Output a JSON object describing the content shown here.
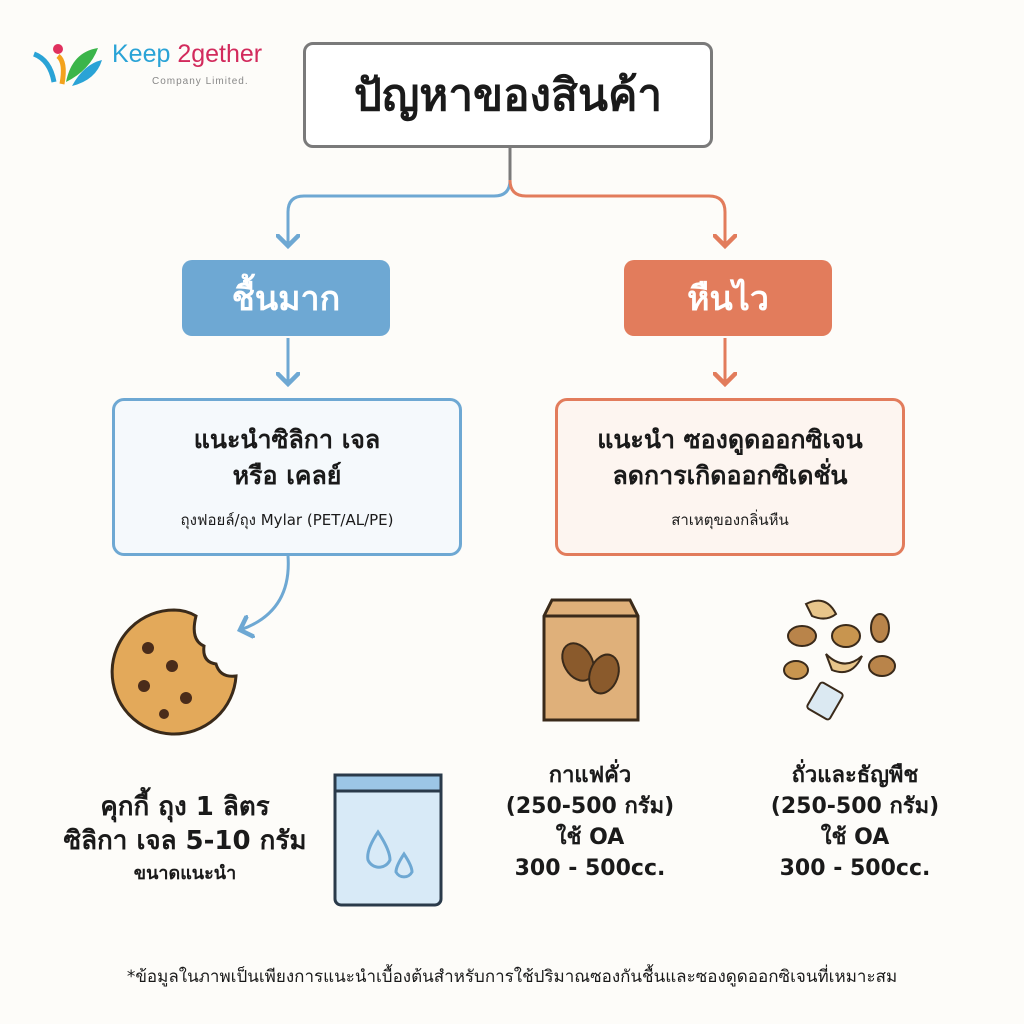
{
  "logo": {
    "brand_part1": "Keep",
    "brand_part2": "2gether",
    "subtitle": "Company Limited."
  },
  "title": "ปัญหาของสินค้า",
  "colors": {
    "blue": "#6ea8d3",
    "orange": "#e27c5c",
    "border_gray": "#7a7a7a"
  },
  "branches": [
    {
      "category": "ชื้นมาก",
      "recommendation_lines": [
        "แนะนำซิลิกา เจล",
        "หรือ เคลย์"
      ],
      "note": "ถุงฟอยล์/ถุง Mylar (PET/AL/PE)"
    },
    {
      "category": "หืนไว",
      "recommendation_lines": [
        "แนะนำ ซองดูดออกซิเจน",
        "ลดการเกิดออกซิเดชั่น"
      ],
      "note": "สาเหตุของกลิ่นหืน"
    }
  ],
  "products": [
    {
      "icon": "cookie-icon",
      "lines": [
        "คุกกี้ ถุง 1 ลิตร",
        "ซิลิกา เจล 5-10 กรัม"
      ],
      "caption": "ขนาดแนะนำ"
    },
    {
      "icon": "coffee-bag-icon",
      "lines": [
        "กาแฟคั่ว",
        "(250-500 กรัม)",
        "ใช้ OA",
        "300 - 500cc."
      ]
    },
    {
      "icon": "nuts-icon",
      "lines": [
        "ถั่วและธัญพืช",
        "(250-500 กรัม)",
        "ใช้ OA",
        "300 - 500cc."
      ]
    }
  ],
  "footnote": "*ข้อมูลในภาพเป็นเพียงการแนะนำเบื้องต้นสำหรับการใช้ปริมาณซองกันชื้นและซองดูดออกซิเจนที่เหมาะสม"
}
